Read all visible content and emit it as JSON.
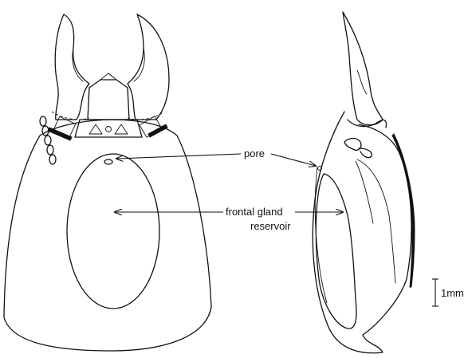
{
  "labels": {
    "pore": "pore",
    "frontal_gland_line1": "frontal gland",
    "frontal_gland_line2": "reservoir",
    "scale": "1mm"
  },
  "colors": {
    "ink": "#111111",
    "background": "#ffffff"
  }
}
